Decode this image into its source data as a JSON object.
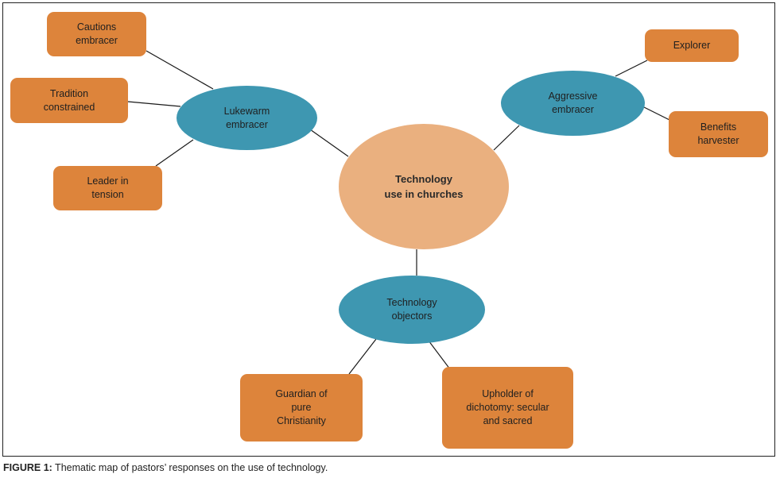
{
  "diagram": {
    "title": "Thematic map of pastors' responses on the use of technology",
    "colors": {
      "theme_box": "#dd843b",
      "category_ellipse": "#3e97b1",
      "central_ellipse": "#eab07f",
      "connector": "#1a1a1a"
    },
    "center": {
      "id": "center",
      "label": "Technology\nuse in churches"
    },
    "categories": [
      {
        "id": "lukewarm",
        "label": "Lukewarm\nembracer"
      },
      {
        "id": "aggressive",
        "label": "Aggressive\nembracer"
      },
      {
        "id": "objectors",
        "label": "Technology\nobjectors"
      }
    ],
    "themes": [
      {
        "id": "cautions",
        "parent": "lukewarm",
        "label": "Cautions\nembracer"
      },
      {
        "id": "tradition",
        "parent": "lukewarm",
        "label": "Tradition\nconstrained"
      },
      {
        "id": "leader",
        "parent": "lukewarm",
        "label": "Leader in\ntension"
      },
      {
        "id": "explorer",
        "parent": "aggressive",
        "label": "Explorer"
      },
      {
        "id": "benefits",
        "parent": "aggressive",
        "label": "Benefits\nharvester"
      },
      {
        "id": "guardian",
        "parent": "objectors",
        "label": "Guardian of\npure\nChristianity"
      },
      {
        "id": "upholder",
        "parent": "objectors",
        "label": "Upholder of\ndichotomy: secular\nand sacred"
      }
    ],
    "edges": [
      [
        "center",
        "lukewarm"
      ],
      [
        "center",
        "aggressive"
      ],
      [
        "center",
        "objectors"
      ],
      [
        "lukewarm",
        "cautions"
      ],
      [
        "lukewarm",
        "tradition"
      ],
      [
        "lukewarm",
        "leader"
      ],
      [
        "aggressive",
        "explorer"
      ],
      [
        "aggressive",
        "benefits"
      ],
      [
        "objectors",
        "guardian"
      ],
      [
        "objectors",
        "upholder"
      ]
    ]
  },
  "caption": {
    "label": "FIGURE 1:",
    "text": " Thematic map of pastors’ responses on the use of technology."
  }
}
